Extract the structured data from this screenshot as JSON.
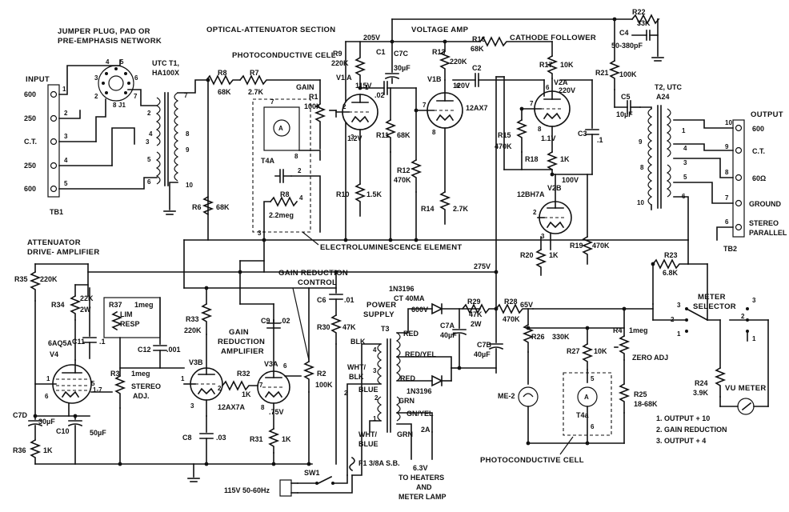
{
  "labels": {
    "jumper": "JUMPER PLUG, PAD OR",
    "preemph": "PRE-EMPHASIS NETWORK",
    "optical": "OPTICAL-ATTENUATOR SECTION",
    "photocell": "PHOTOCONDUCTIVE CELL",
    "voltage_amp": "VOLTAGE AMP",
    "cathode_follower": "CATHODE FOLLOWER",
    "input": "INPUT",
    "output": "OUTPUT",
    "utc_t1": "UTC T1,",
    "ha100k": "HA100X",
    "t2_utc": "T2, UTC",
    "a24": "A24",
    "tb1": "TB1",
    "tb2": "TB2",
    "ct_left": "C.T.",
    "ct_right": "C.T.",
    "ground": "GROUND",
    "stereo": "STEREO",
    "parallel": "PARALLEL",
    "attenuator": "ATTENUATOR",
    "drive_amp": "DRIVE- AMPLIFIER",
    "electrolum": "ELECTROLUMINESCENCE ELEMENT",
    "gain_reduction": "GAIN REDUCTION",
    "control": "CONTROL",
    "gain": "GAIN",
    "reduction_amp": "REDUCTION",
    "amplifier": "AMPLIFIER",
    "power": "POWER",
    "supply": "SUPPLY",
    "meter": "METER",
    "selector": "SELECTOR",
    "zero_adj": "ZERO ADJ",
    "vu_meter": "VU METER",
    "legend1": "1. OUTPUT + 10",
    "legend2": "2. GAIN REDUCTION",
    "legend3": "3. OUTPUT + 4",
    "photocell_bottom": "PHOTOCONDUCTIVE CELL",
    "heaters1": "6.3V",
    "heaters2": "TO HEATERS",
    "heaters3": "AND",
    "heaters4": "METER LAMP",
    "mains": "115V 50-60Hz",
    "sw1": "SW1",
    "fuse": "F1 3/8A S.B.",
    "lim": "LIM",
    "resp": "RESP",
    "stereo_adj1": "STEREO",
    "stereo_adj2": "ADJ."
  },
  "terminals_left": [
    "600",
    "250",
    "C.T.",
    "250",
    "600"
  ],
  "terminals_right": [
    "600",
    "C.T.",
    "60Ω"
  ],
  "voltages": {
    "v205": "205V",
    "v115": "115V",
    "v120": "120V",
    "v220": "220V",
    "v1_2": "1.2V",
    "v1_1": "1.1V",
    "v100": "100V",
    "v275": "275V",
    "v65": "65V",
    "v75": ".75V"
  },
  "tubes": {
    "v1a": "V1 A",
    "v1b": "V1B",
    "v2a": "V2A",
    "v2b": "V2B",
    "v2type": "12BH7A",
    "v3a": "V3A",
    "v3b": "V3B",
    "v3type": "12AX7A",
    "v1type": "12AX7",
    "v4": "V4",
    "v4type": "6AQ5A",
    "t3": "T3",
    "t4a": "T4A",
    "t4a_bottom": "T4a",
    "me2": "ME-2",
    "j1": "J1"
  },
  "components": {
    "r8": "R8",
    "r8v": "68K",
    "r7": "R7",
    "r7v": "2.7K",
    "r1": "R1",
    "r1v": "100K",
    "r6": "R6",
    "r6v": "68K",
    "r9": "R9",
    "r9v": "220K",
    "c1": "C1",
    "c1v": ".02",
    "c7c": "C7C",
    "c7cv": "30µF",
    "r11": "R11",
    "r11v": "68K",
    "r10": "R10",
    "r10v": "1.5K",
    "r13": "R13",
    "r13v": "220K",
    "r12": "R12",
    "r12v": "470K",
    "r14": "R14",
    "r14v": "2.7K",
    "r16": "R16",
    "r16v": "68K",
    "c2": "C2",
    "r17": "R17",
    "r17v": "10K",
    "r15": "R15",
    "r15v": "470K",
    "r18": "R18",
    "r18v": "1K",
    "c3": "C3",
    "c3v": ".1",
    "r20": "R20",
    "r20v": "1K",
    "r19": "R19",
    "r19v": "470K",
    "r21": "R21",
    "r21v": "100K",
    "r22": "R22",
    "r22v": "33K",
    "c4": "C4",
    "c4v": "50-380pF",
    "c5": "C5",
    "c5v": "10µF",
    "r23": "R23",
    "r23v": "6.8K",
    "r8b": "R8",
    "r8bv": "2.2meg",
    "r35": "R35",
    "r35v": "220K",
    "r34": "R34",
    "r34v": "22K",
    "r34w": "2W",
    "r37": "R37",
    "r37v": "1meg",
    "c11": "C11",
    "c11v": ".1",
    "c12": "C12",
    "c12v": ".001",
    "r3": "R3",
    "r3v": "1meg",
    "c7d": "C7D",
    "c7dv": "30µF",
    "c10": "C10",
    "c10v": "50µF",
    "r36": "R36",
    "r36v": "1K",
    "r33": "R33",
    "r33v": "220K",
    "c9": "C9",
    "c9v": ".02",
    "r32": "R32",
    "r32v": "1K",
    "r2": "R2",
    "r2v": "100K",
    "c8": "C8",
    "c8v": ".03",
    "r31": "R31",
    "r31v": "1K",
    "c6": "C6",
    "c6v": ".01",
    "r30": "R30",
    "r30v": "47K",
    "d1": "1N3196",
    "ct40": "CT 40MA",
    "v600": "600V",
    "r29": "R29",
    "r29v": "47K",
    "r29w": "2W",
    "r28": "R28",
    "r28v": "470K",
    "c7a": "C7A",
    "c7av": "40µF",
    "c7b": "C7B",
    "c7bv": "40µF",
    "d2": "1N3196",
    "r26": "R26",
    "r26v": "330K",
    "r27": "R27",
    "r27v": "10K",
    "r4": "R4",
    "r4v": "1meg",
    "r25": "R25",
    "r25v": "18-68K",
    "r24": "R24",
    "r24v": "3.9K",
    "amps2": "2A"
  },
  "wires": {
    "blk": "BLK",
    "wht_blk1": "WHT/",
    "wht_blk2": "BLK",
    "blue": "BLUE",
    "wht_blue1": "WHT/",
    "wht_blue2": "BLUE",
    "red": "RED",
    "red_yel": "RED/YEL",
    "red2": "RED",
    "grn": "GRN",
    "gn_yel": "GN/YEL",
    "grn2": "GRN"
  }
}
